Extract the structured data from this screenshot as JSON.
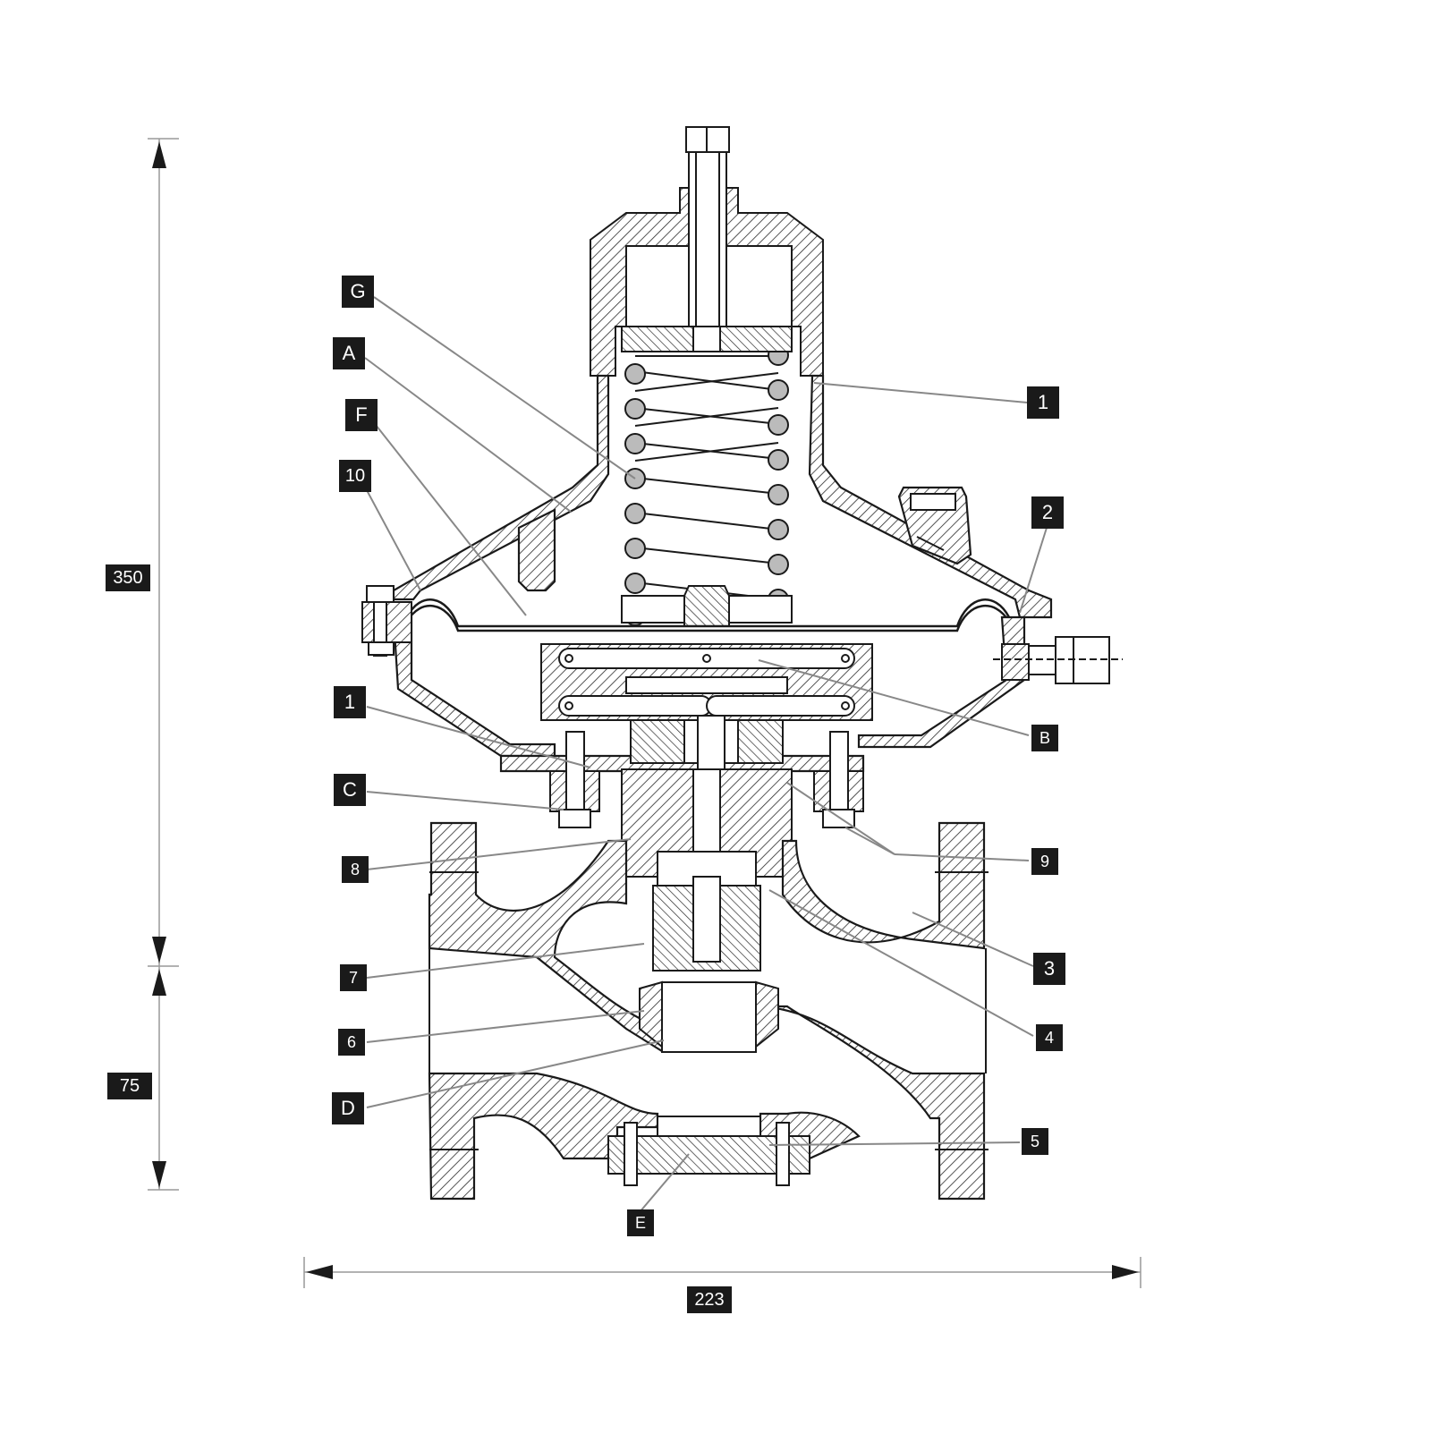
{
  "diagram": {
    "callouts": {
      "G": "G",
      "A": "A",
      "F": "F",
      "ten": "10",
      "one_top": "1",
      "two": "2",
      "one_left": "1",
      "B": "B",
      "C": "C",
      "eight": "8",
      "nine": "9",
      "three": "3",
      "seven": "7",
      "four": "4",
      "six": "6",
      "D": "D",
      "five": "5",
      "E": "E"
    },
    "dimensions": {
      "height_upper": "350",
      "height_lower": "75",
      "width": "223"
    },
    "colors": {
      "line": "#1a1a1a",
      "leader": "#888888",
      "hatch": "#2a2a2a",
      "label_bg": "#1a1a1a",
      "label_fg": "#ffffff"
    }
  }
}
